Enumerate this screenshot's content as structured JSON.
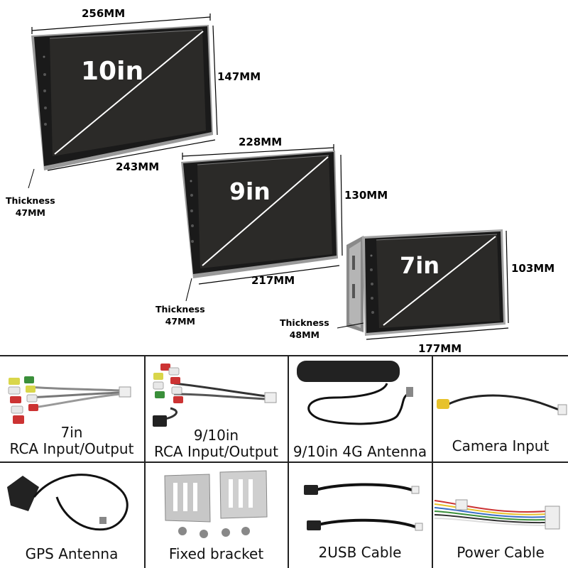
{
  "units": {
    "u10": {
      "size": "10in",
      "top_width": "256MM",
      "bottom_width": "243MM",
      "height": "147MM",
      "thickness_label": "Thickness",
      "thickness_value": "47MM"
    },
    "u9": {
      "size": "9in",
      "top_width": "228MM",
      "bottom_width": "217MM",
      "height": "130MM",
      "thickness_label": "Thickness",
      "thickness_value": "47MM"
    },
    "u7": {
      "size": "7in",
      "bottom_width": "177MM",
      "height": "103MM",
      "thickness_label": "Thickness",
      "thickness_value": "48MM"
    }
  },
  "accessories": [
    {
      "line1": "7in",
      "line2": "RCA Input/Output"
    },
    {
      "line1": "9/10in",
      "line2": "RCA Input/Output"
    },
    {
      "line1": "9/10in 4G Antenna"
    },
    {
      "line1": "Camera Input"
    },
    {
      "line1": "GPS Antenna"
    },
    {
      "line1": "Fixed bracket"
    },
    {
      "line1": "2USB Cable"
    },
    {
      "line1": "Power Cable"
    }
  ]
}
